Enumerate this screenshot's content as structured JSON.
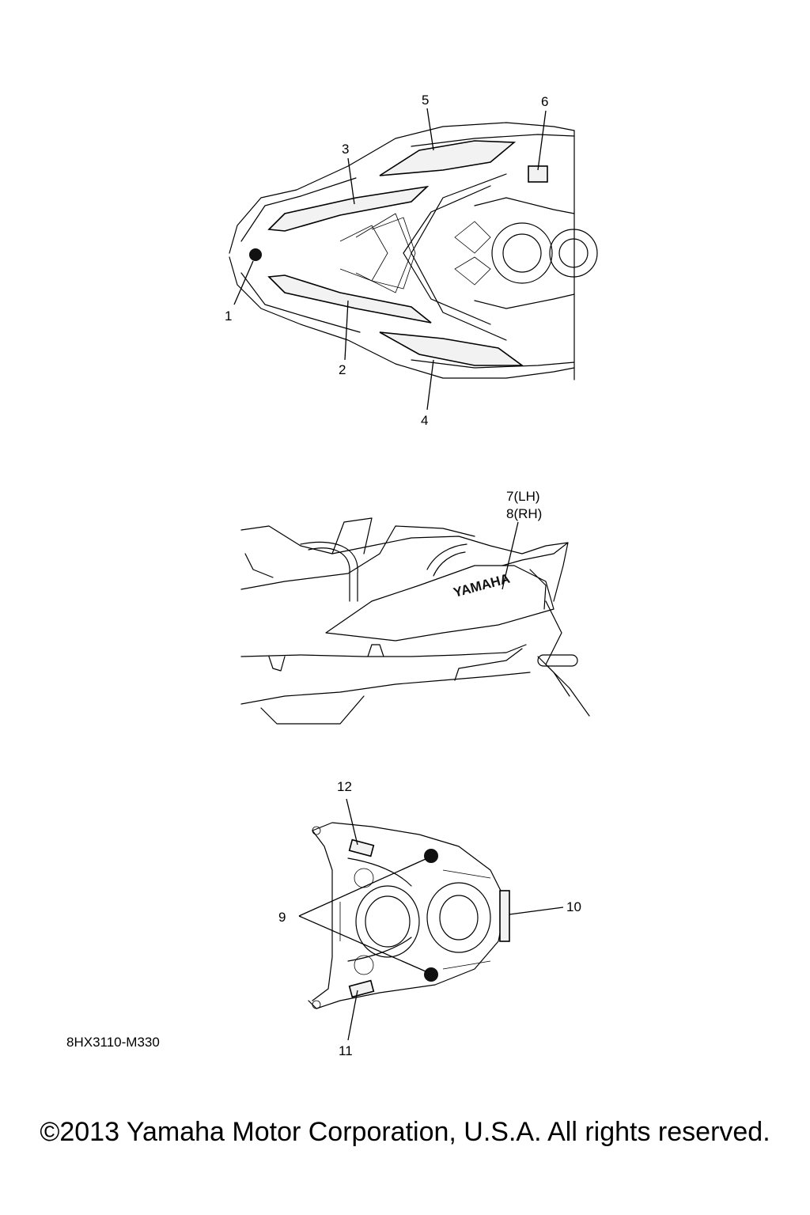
{
  "callouts": {
    "c1": "1",
    "c2": "2",
    "c3": "3",
    "c4": "4",
    "c5": "5",
    "c6": "6",
    "c7": "7(LH)",
    "c8": "8(RH)",
    "c9": "9",
    "c10": "10",
    "c11": "11",
    "c12": "12"
  },
  "decal_text": "YAMAHA",
  "drawing_code": "8HX3110-M330",
  "copyright": "©2013 Yamaha Motor Corporation, U.S.A. All rights reserved."
}
